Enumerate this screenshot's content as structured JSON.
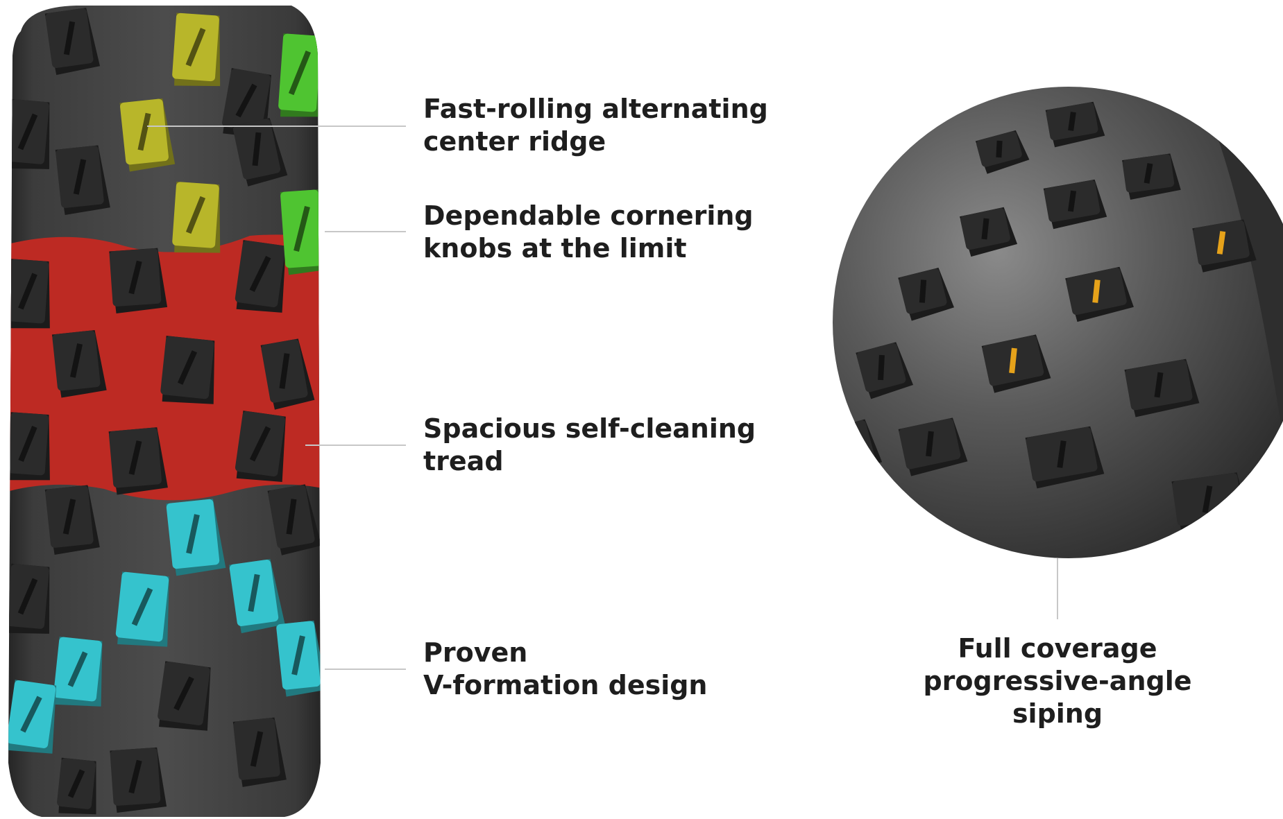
{
  "figure": {
    "colors": {
      "background": "#ffffff",
      "tire_rubber": "#484848",
      "tire_dark": "#2f2f2f",
      "knob_dark": "#2b2b2b",
      "center_ridge": "#b8b62a",
      "cornering_knobs": "#4fc431",
      "self_cleaning_band": "#bd2a23",
      "v_formation": "#35c3cd",
      "siping": "#e6a21a",
      "leader_line": "#c7c7c7",
      "text": "#1e1e1e"
    },
    "callouts": [
      {
        "id": "center-ridge",
        "lines": [
          "Fast-rolling alternating",
          "center ridge"
        ],
        "color_key": "center_ridge"
      },
      {
        "id": "cornering-knobs",
        "lines": [
          "Dependable cornering",
          "knobs at the limit"
        ],
        "color_key": "cornering_knobs"
      },
      {
        "id": "self-cleaning",
        "lines": [
          "Spacious self-cleaning",
          "tread"
        ],
        "color_key": "self_cleaning_band"
      },
      {
        "id": "v-formation",
        "lines": [
          "Proven",
          "V-formation design"
        ],
        "color_key": "v_formation"
      },
      {
        "id": "siping",
        "lines": [
          "Full coverage",
          "progressive-angle",
          "siping"
        ],
        "color_key": "siping"
      }
    ]
  }
}
